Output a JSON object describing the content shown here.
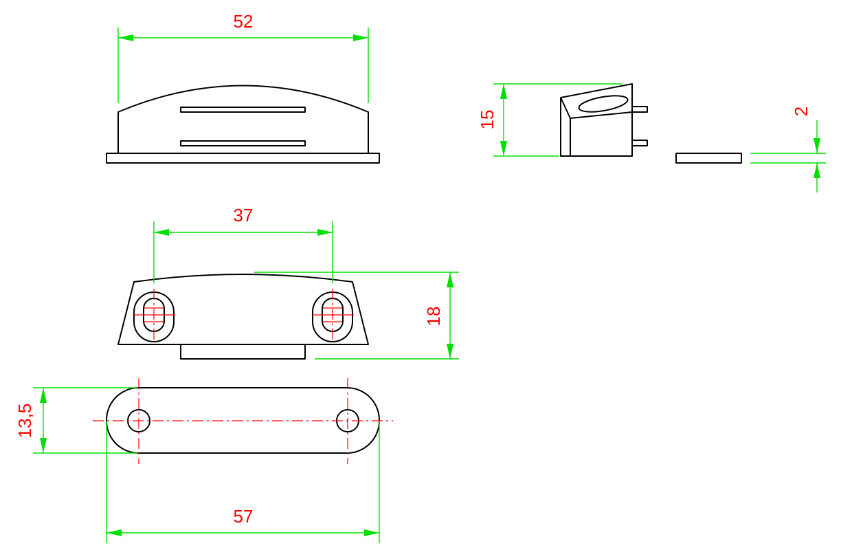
{
  "colors": {
    "outline": "#000000",
    "dimension": "#00e000",
    "dimension_text": "#ff0000",
    "centerline": "#ff0000",
    "background": "#ffffff"
  },
  "dimensions": {
    "front_width": "52",
    "side_height": "15",
    "plate_thickness": "2",
    "hole_spacing": "37",
    "body_depth": "18",
    "plate_width": "13,5",
    "plate_length": "57"
  }
}
